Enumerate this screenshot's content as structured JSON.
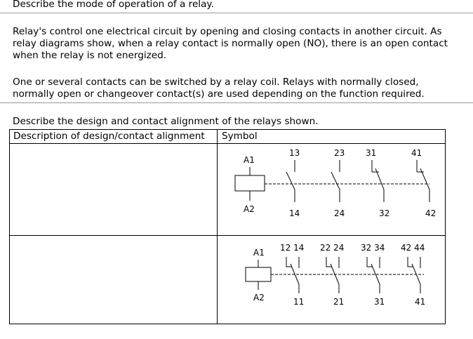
{
  "question_title": "Describe the mode of operation of a relay.",
  "paragraph_1": "Relay's control one electrical circuit by opening and closing contacts in another circuit. As relay diagrams show, when a relay contact is normally open (NO), there is an open contact when the relay is not energized.",
  "paragraph_2": "One or several contacts can be switched by a relay coil. Relays with normally closed, normally open or changeover contact(s) are used depending on the function required.",
  "table_prompt": "Describe the design and contact alignment of the relays shown.",
  "table": {
    "headers": [
      "Description of design/contact alignment",
      "Symbol"
    ],
    "rows": [
      {
        "description": "",
        "coil_top": "A1",
        "coil_bottom": "A2",
        "top_labels": [
          "13",
          "23",
          "31",
          "41"
        ],
        "bottom_labels": [
          "14",
          "24",
          "32",
          "42"
        ]
      },
      {
        "description": "",
        "coil_top": "A1",
        "coil_bottom": "A2",
        "top_labels": [
          "12 14",
          "22 24",
          "32 34",
          "42 44"
        ],
        "bottom_labels": [
          "11",
          "21",
          "31",
          "41"
        ]
      }
    ]
  }
}
